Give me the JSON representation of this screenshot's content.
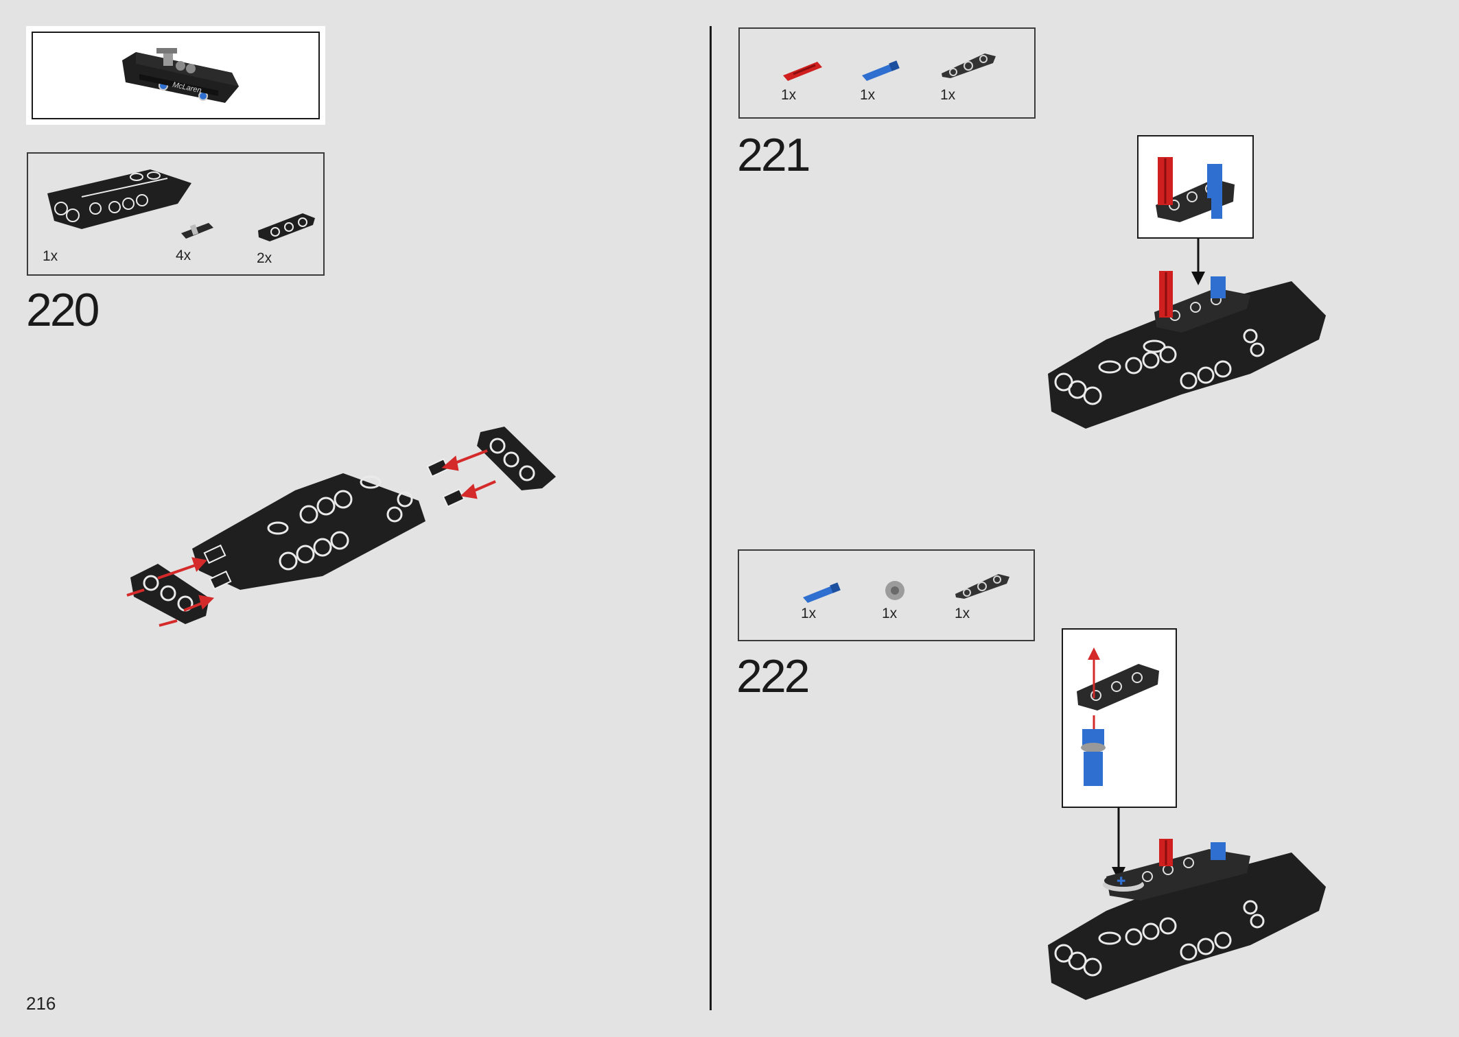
{
  "page": {
    "number": "216"
  },
  "preview": {
    "brand_text": "McLaren"
  },
  "steps": [
    {
      "number": "220",
      "parts": [
        {
          "name": "black-frame-icon",
          "qty": "1x"
        },
        {
          "name": "connector-pin-icon",
          "qty": "4x"
        },
        {
          "name": "beam-3-icon",
          "qty": "2x"
        }
      ]
    },
    {
      "number": "221",
      "parts": [
        {
          "name": "red-axle-pin-icon",
          "qty": "1x"
        },
        {
          "name": "blue-axle-pin-icon",
          "qty": "1x"
        },
        {
          "name": "dark-beam-icon",
          "qty": "1x"
        }
      ]
    },
    {
      "number": "222",
      "parts": [
        {
          "name": "blue-axle-pin-icon",
          "qty": "1x"
        },
        {
          "name": "gray-bush-icon",
          "qty": "1x"
        },
        {
          "name": "dark-beam-icon",
          "qty": "1x"
        }
      ]
    }
  ],
  "colors": {
    "background": "#e3e3e3",
    "part_black": "#1f1f1f",
    "part_red": "#d01f1f",
    "part_blue": "#2f6fd0",
    "arrow_red": "#d42a2a",
    "arrow_black": "#111111"
  }
}
